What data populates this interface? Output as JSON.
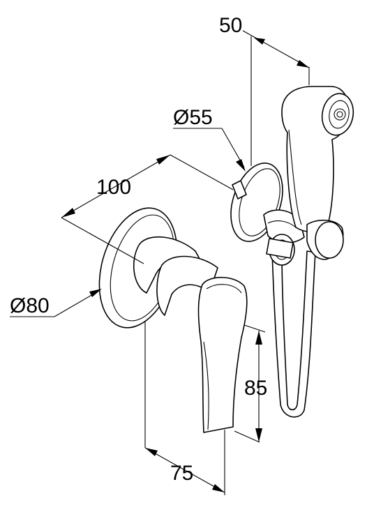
{
  "dimensions": {
    "d50": "50",
    "d55": "Ø55",
    "d100": "100",
    "d80": "Ø80",
    "d85": "85",
    "d75": "75"
  },
  "colors": {
    "line": "#000000",
    "background": "#ffffff"
  }
}
